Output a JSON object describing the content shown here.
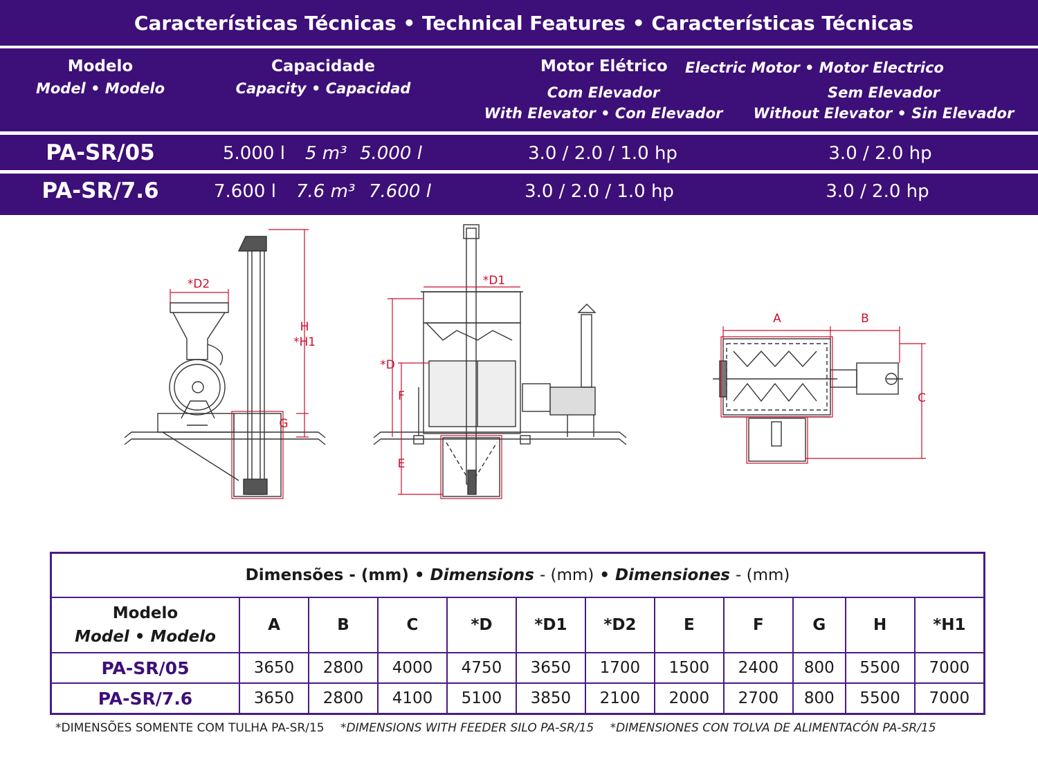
{
  "header": {
    "title": "Características Técnicas • Technical Features • Características Técnicas",
    "col_model": "Modelo",
    "col_model_sub": "Model • Modelo",
    "col_capacity": "Capacidade",
    "col_capacity_sub": "Capacity • Capacidad",
    "col_motor": "Motor Elétrico",
    "col_motor_sub": "Electric Motor • Motor Electrico",
    "with_elevator": "Com Elevador",
    "with_elevator_sub": "With Elevator • Con Elevador",
    "without_elevator": "Sem Elevador",
    "without_elevator_sub": "Without Elevator • Sin Elevador"
  },
  "features": [
    {
      "model": "PA-SR/05",
      "cap_l": "5.000 l",
      "cap_m3": "5 m³",
      "cap_l2": "5.000 l",
      "motor_with": "3.0 / 2.0 / 1.0 hp",
      "motor_without": "3.0 / 2.0 hp"
    },
    {
      "model": "PA-SR/7.6",
      "cap_l": "7.600 l",
      "cap_m3": "7.6 m³",
      "cap_l2": "7.600 l",
      "motor_with": "3.0 / 2.0 / 1.0 hp",
      "motor_without": "3.0 / 2.0 hp"
    }
  ],
  "drawing": {
    "labels": {
      "d2": "*D2",
      "h": "H",
      "h1": "*H1",
      "g": "G",
      "d1": "*D1",
      "d": "*D",
      "f": "F",
      "e": "E",
      "a": "A",
      "b": "B",
      "c": "C"
    },
    "accent_color": "#c8102e",
    "line_color": "#333333"
  },
  "dimensions": {
    "title_pt": "Dimensões - (mm)",
    "title_en": "Dimensions",
    "title_es": "Dimensiones",
    "unit": "- (mm)",
    "model_head": "Modelo",
    "model_head_sub": "Model • Modelo",
    "columns": [
      "A",
      "B",
      "C",
      "*D",
      "*D1",
      "*D2",
      "E",
      "F",
      "G",
      "H",
      "*H1"
    ],
    "rows": [
      {
        "model": "PA-SR/05",
        "values": [
          "3650",
          "2800",
          "4000",
          "4750",
          "3650",
          "1700",
          "1500",
          "2400",
          "800",
          "5500",
          "7000"
        ]
      },
      {
        "model": "PA-SR/7.6",
        "values": [
          "3650",
          "2800",
          "4100",
          "5100",
          "3850",
          "2100",
          "2000",
          "2700",
          "800",
          "5500",
          "7000"
        ]
      }
    ]
  },
  "footnote": {
    "pt": "*DIMENSÕES SOMENTE COM TULHA PA-SR/15",
    "en": "*DIMENSIONS WITH FEEDER SILO PA-SR/15",
    "es": "*DIMENSIONES CON TOLVA DE ALIMENTACÓN PA-SR/15"
  },
  "colors": {
    "brand_purple": "#3d0f78",
    "table_border": "#4a1a86",
    "dimension_red": "#c8102e"
  }
}
